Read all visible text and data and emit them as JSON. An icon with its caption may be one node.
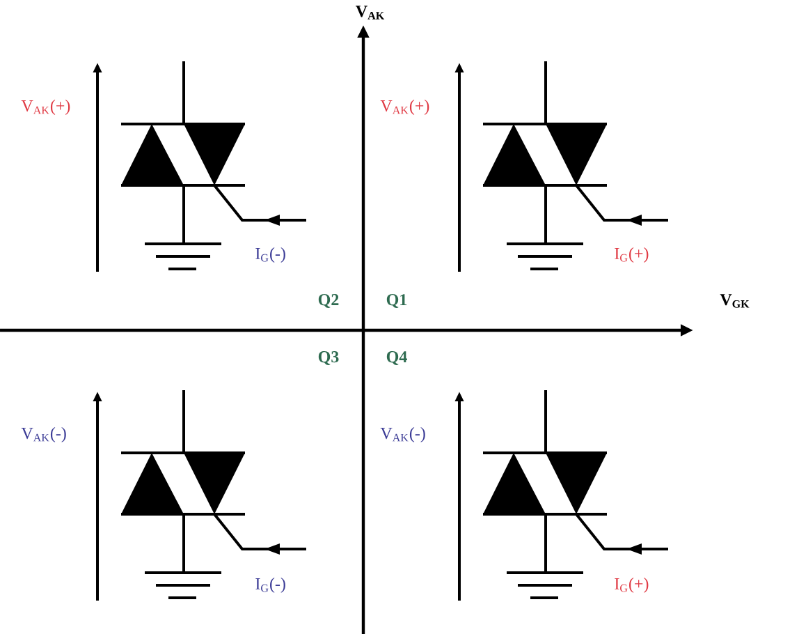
{
  "diagram": {
    "labels": [
      "V$_{AK}$",
      "V$_{AK}$(+)",
      "V$_{AK}$(+)",
      "I$_{G}$(-)",
      "I$_{G}$(+)",
      "Q2",
      "Q1",
      "V$_{GK}$",
      "Q3",
      "Q4",
      "V$_{AK}$(-)",
      "V$_{AK}$(-)",
      "I$_{G}$(-)",
      "I$_{G}$(+)"
    ]
  }
}
